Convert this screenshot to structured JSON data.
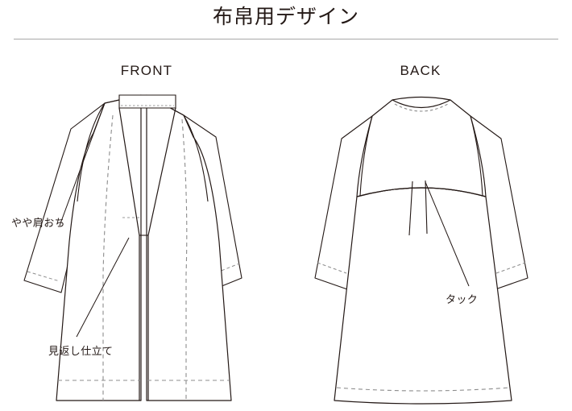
{
  "header": {
    "title": "布帛用デザイン",
    "rule_color": "#a8a8a8"
  },
  "views": [
    {
      "id": "front",
      "label": "FRONT"
    },
    {
      "id": "back",
      "label": "BACK"
    }
  ],
  "annotations": [
    {
      "id": "shoulder",
      "text": "やや肩おち",
      "view": "front"
    },
    {
      "id": "facing",
      "text": "見返し仕立て",
      "view": "front"
    },
    {
      "id": "tuck",
      "text": "タック",
      "view": "back"
    }
  ],
  "drawing": {
    "line_color": "#231815",
    "dash_color": "#8c8c8c",
    "fill_color": "#ffffff",
    "garment": "open-front long cardigan / coat with V neckline, three-quarter sleeves, back yoke with center tucks"
  }
}
